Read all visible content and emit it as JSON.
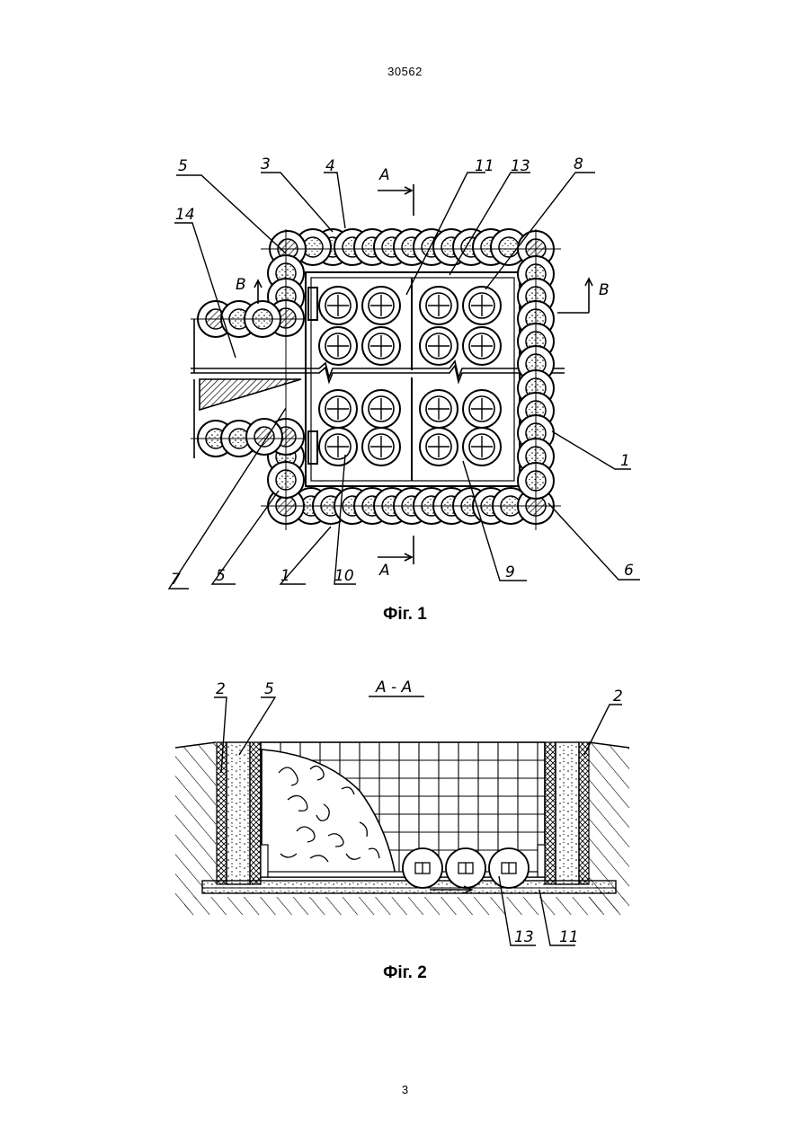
{
  "header": {
    "doc_number": "30562"
  },
  "footer": {
    "page_number": "3"
  },
  "figure1": {
    "caption": "Фіг. 1",
    "labels": {
      "l5a": "5",
      "l3": "3",
      "l4": "4",
      "lA": "A",
      "l11": "11",
      "l13": "13",
      "l8": "8",
      "l14": "14",
      "lB1": "B",
      "lB2": "B",
      "l1r": "1",
      "l6": "6",
      "l9": "9",
      "l10": "10",
      "l1b": "1",
      "l5b": "5",
      "l7": "7",
      "lA2": "A"
    }
  },
  "figure2": {
    "caption": "Фіг. 2",
    "section_title": "A - A",
    "labels": {
      "l2a": "2",
      "l5": "5",
      "l2b": "2",
      "l13": "13",
      "l11": "11"
    }
  }
}
